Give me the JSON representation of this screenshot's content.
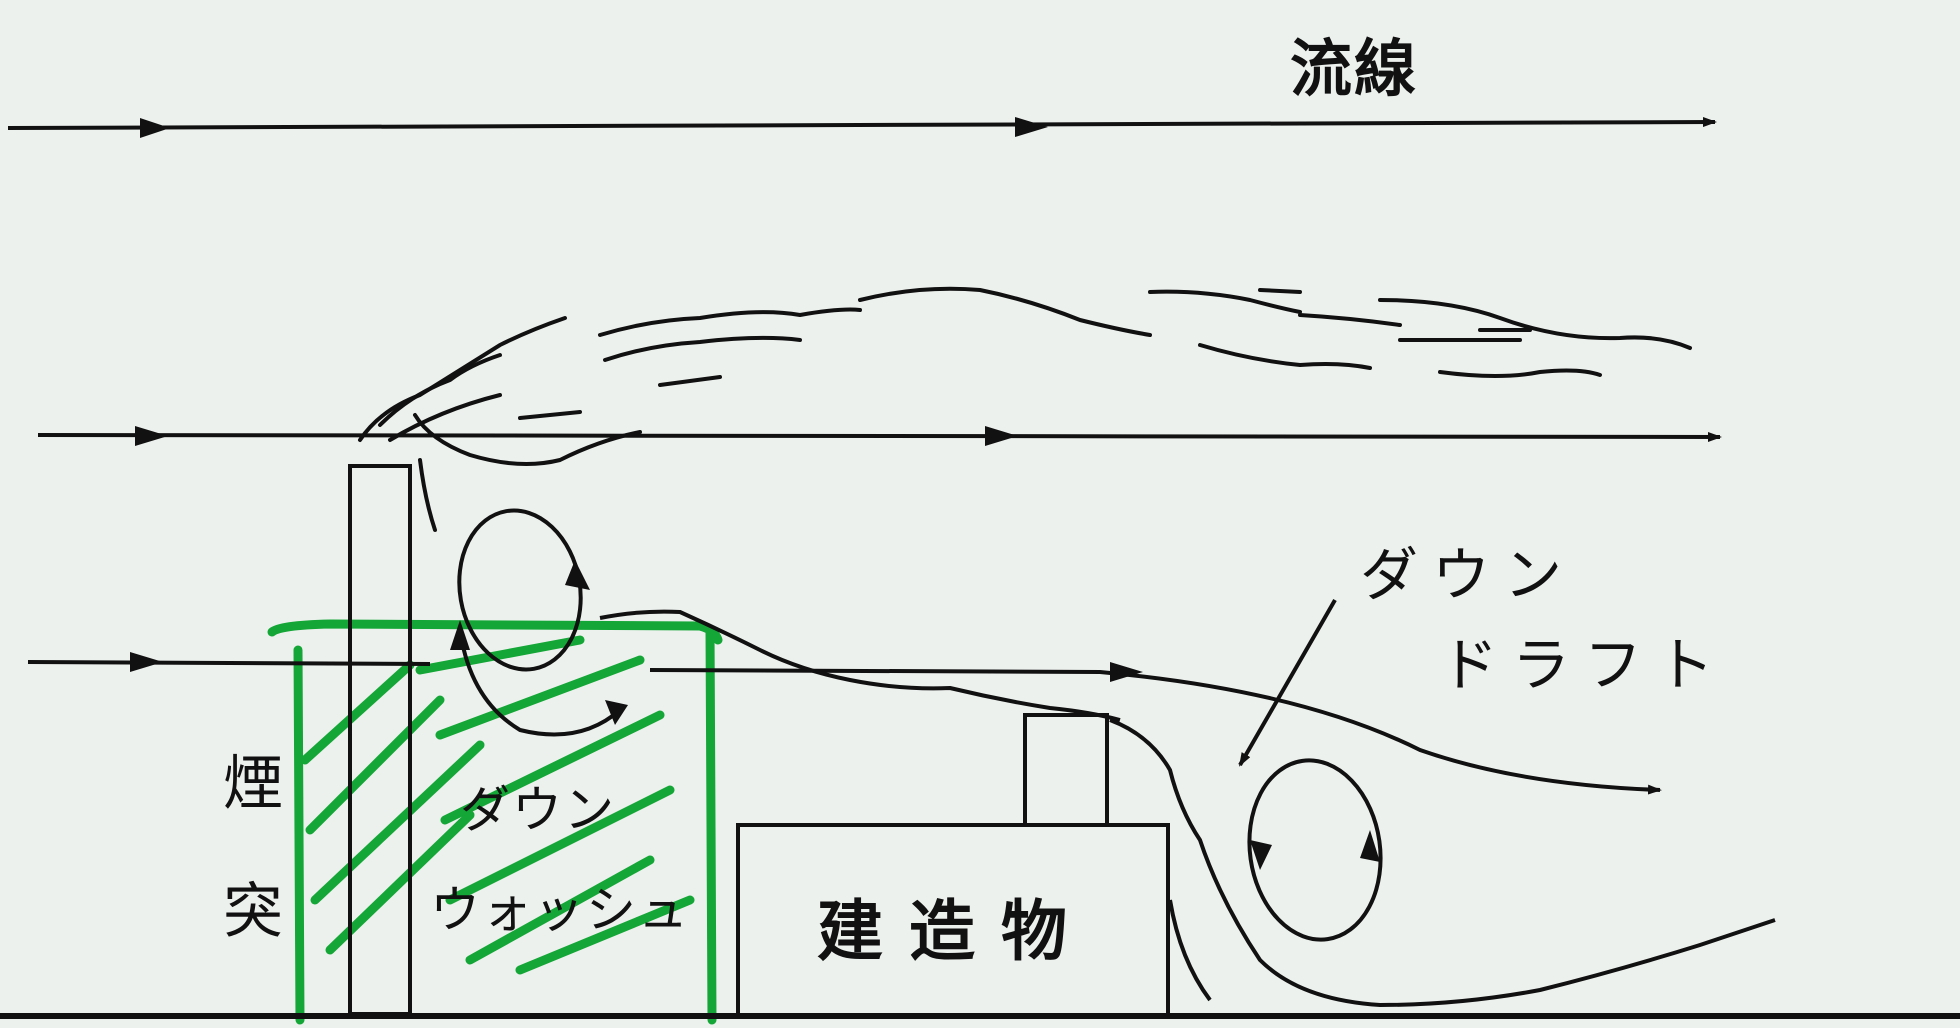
{
  "labels": {
    "streamline": "流線",
    "chimney": "煙突",
    "downwash_line1": "ダウン",
    "downwash_line2": "ウォッシュ",
    "building": "建造物",
    "downdraft_line1": "ダウン",
    "downdraft_line2": "ドラフト"
  },
  "colors": {
    "ink": "#111111",
    "highlight": "#14a636",
    "background": "#edf1ee"
  }
}
